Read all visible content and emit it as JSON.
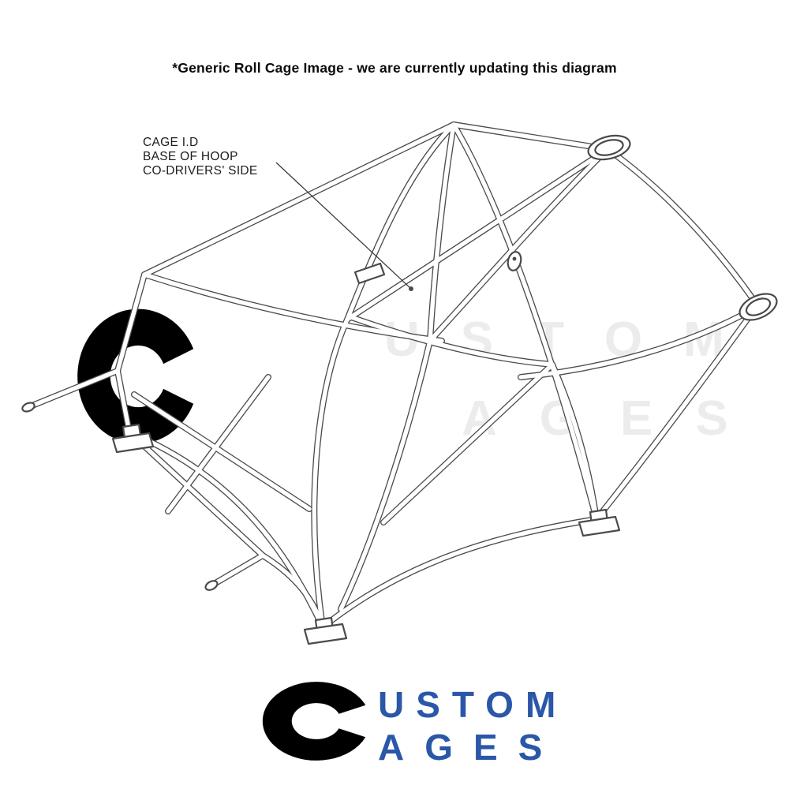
{
  "header": {
    "note": "*Generic Roll Cage Image - we are currently updating this diagram"
  },
  "annotation": {
    "lines": [
      "CAGE I.D",
      "BASE OF HOOP",
      "CO-DRIVERS' SIDE"
    ]
  },
  "watermark": {
    "word_top": "USTOM",
    "word_bottom": "AGES"
  },
  "logo": {
    "word_top": "USTOM",
    "word_bottom": "AGES"
  },
  "colors": {
    "logo_blue": "#2b57a8",
    "watermark_gray": "#ececec",
    "line_gray": "#4a4a4a"
  }
}
